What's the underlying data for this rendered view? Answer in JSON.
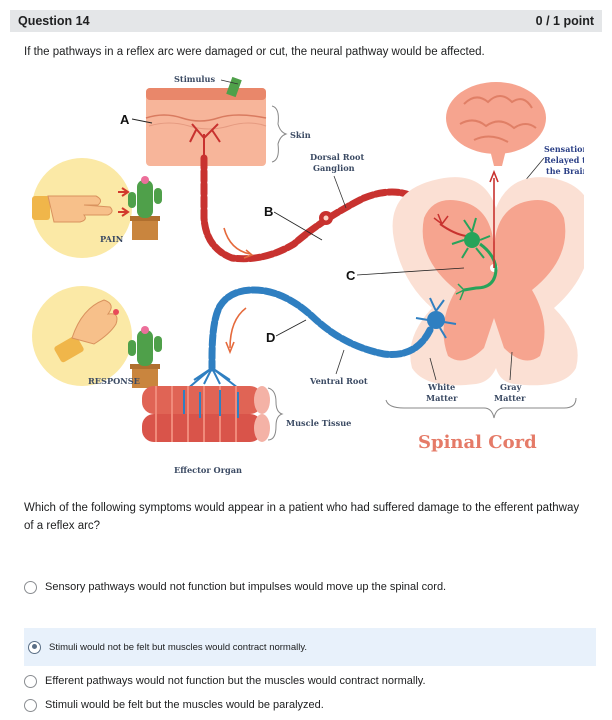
{
  "question": {
    "title": "Question 14",
    "points": "0 / 1 point",
    "stem": "If the pathways in a reflex arc were damaged or cut, the neural pathway would be affected.",
    "prompt": "Which of the following symptoms would appear in a patient who had suffered damage to the efferent pathway of a reflex arc?"
  },
  "diagram": {
    "stimulus": "Stimulus",
    "skin": "Skin",
    "dorsal_root_ganglion_1": "Dorsal Root",
    "dorsal_root_ganglion_2": "Ganglion",
    "sensation_1": "Sensation",
    "sensation_2": "Relayed to",
    "sensation_3": "the Brain",
    "pain": "PAIN",
    "response": "RESPONSE",
    "ventral_root": "Ventral Root",
    "white_matter_1": "White",
    "white_matter_2": "Matter",
    "gray_matter_1": "Gray",
    "gray_matter_2": "Matter",
    "muscle_tissue": "Muscle Tissue",
    "effector_organ": "Effector Organ",
    "spinal_cord": "Spinal Cord",
    "letter_a": "A",
    "letter_b": "B",
    "letter_c": "C",
    "letter_d": "D"
  },
  "choices": [
    {
      "label": "Sensory pathways would not function but impulses would move up the spinal cord.",
      "selected": false
    },
    {
      "label": "Stimuli would not be felt but muscles would contract normally.",
      "selected": true
    },
    {
      "label": "Efferent pathways would not function but the muscles would contract normally.",
      "selected": false
    },
    {
      "label": "Stimuli would be felt but the muscles would be paralyzed.",
      "selected": false
    }
  ],
  "colors": {
    "header_bg": "#e4e6e8",
    "selected_bg": "#e8f1fb",
    "sensory_neuron": "#c8322f",
    "motor_neuron": "#2f7fc1",
    "interneuron": "#27a35a",
    "gray_matter": "#f6a48f",
    "spinal_cord_label": "#e57b68"
  }
}
